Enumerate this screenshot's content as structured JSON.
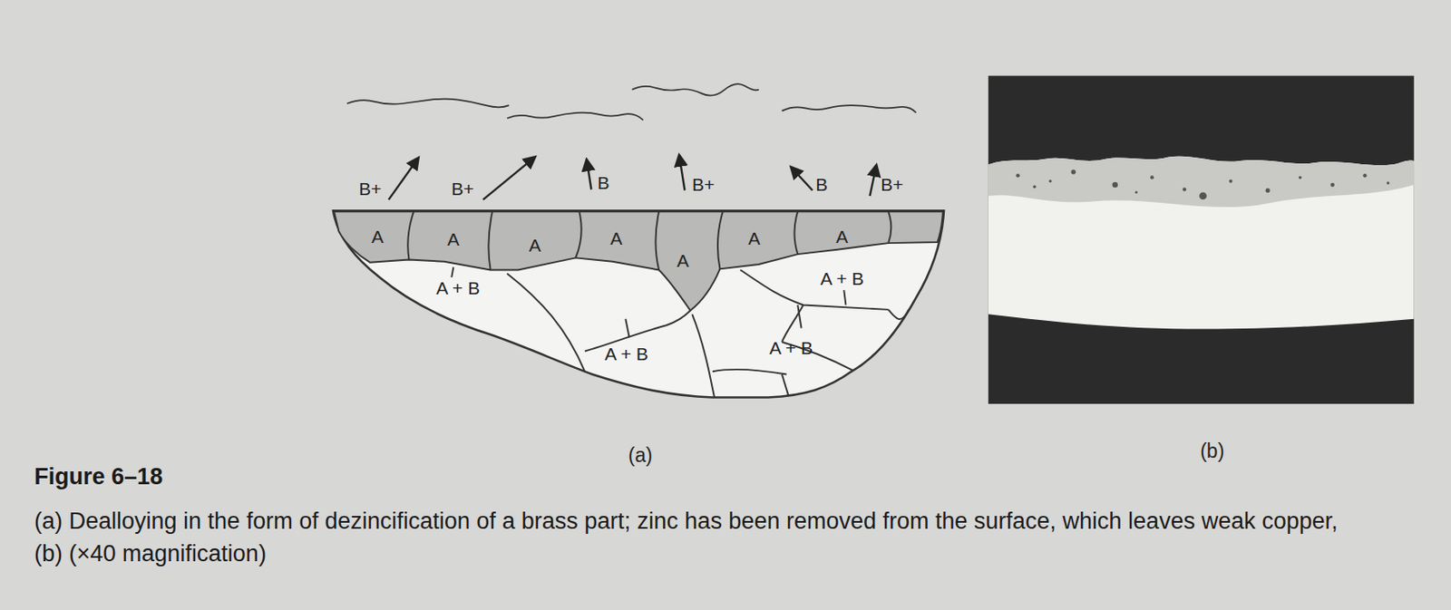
{
  "diagram": {
    "title": "Figure 6–18",
    "caption": "(a) Dealloying in the form of dezincification of a brass part; zinc has been removed from the surface, which leaves weak copper, (b) (×40 magnification)",
    "labels": [
      "B+",
      "B+",
      "B",
      "B+",
      "B",
      "B+",
      "A",
      "A",
      "A",
      "A",
      "A",
      "A",
      "A",
      "A + B",
      "A + B",
      "A + B",
      "A + B",
      "(a)",
      "(b)"
    ]
  }
}
